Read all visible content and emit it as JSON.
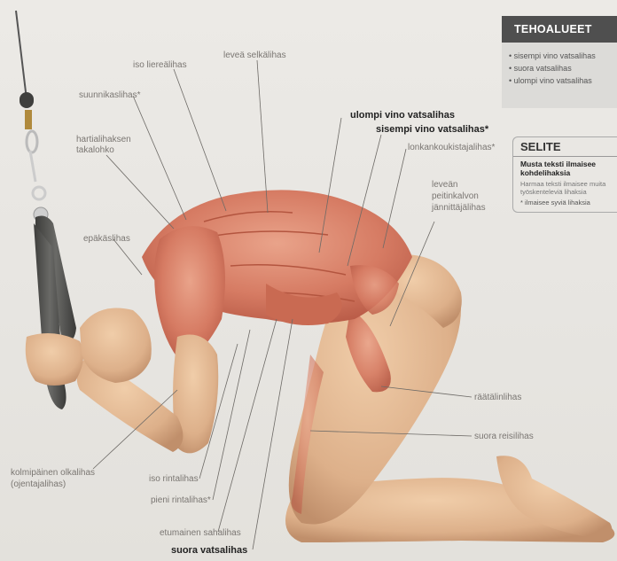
{
  "labels": {
    "leveä_selkälihas": "leveä selkälihas",
    "iso_liereälihas": "iso liereälihas",
    "suunnikaslihas": "suunnikaslihas*",
    "hartialihaksen_takalohko_1": "hartialihaksen",
    "hartialihaksen_takalohko_2": "takalohko",
    "epakaslihas": "epäkäslihas",
    "ulompi_vino": "ulompi vino vatsalihas",
    "sisempi_vino": "sisempi vino vatsalihas*",
    "lonkankoukistajalihas": "lonkankoukistajalihas*",
    "levean_1": "leveän",
    "levean_2": "peitinkalvon",
    "levean_3": "jännittäjälihas",
    "raatalinlihas": "räätälinlihas",
    "suora_reisilihas": "suora reisilihas",
    "kolmipainen_1": "kolmipäinen olkalihas",
    "kolmipainen_2": "(ojentajalihas)",
    "iso_rintalihas": "iso rintalihas",
    "pieni_rintalihas": "pieni rintalihas*",
    "etumainen_sahalihas": "etumainen sahalihas",
    "suora_vatsalihas": "suora vatsalihas"
  },
  "tehoalueet": {
    "title": "TEHOALUEET",
    "items": [
      "sisempi vino vatsalihas",
      "suora vatsalihas",
      "ulompi vino vatsalihas"
    ]
  },
  "selite": {
    "title": "SELITE",
    "bold_text": "Musta teksti ilmaisee kohdelihaksia",
    "grey_text": "Harmaa teksti ilmaisee muita työskenteleviä lihaksia",
    "star_text": "* ilmaisee syviä lihaksia"
  },
  "colors": {
    "muscle": "#d9826b",
    "skin": "#e2b894",
    "rope": "#4a4a48",
    "panel_dark": "#4f4f4f"
  }
}
